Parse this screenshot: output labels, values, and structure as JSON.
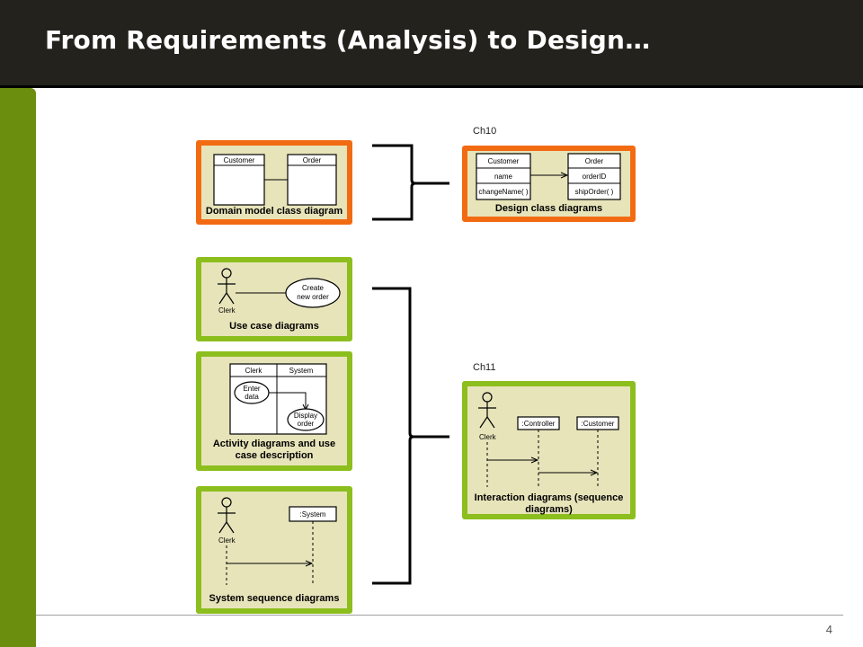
{
  "slide": {
    "title": "From Requirements (Analysis) to Design…",
    "page_number": "4",
    "chapter_labels": {
      "top": "Ch10",
      "bottom": "Ch11"
    }
  },
  "cards": {
    "domain": {
      "caption": "Domain model class diagram",
      "class_a": "Customer",
      "class_b": "Order"
    },
    "design": {
      "caption": "Design class diagrams",
      "class_a": "Customer",
      "attr_a": "name",
      "op_a": "changeName( )",
      "class_b": "Order",
      "attr_b": "orderID",
      "op_b": "shipOrder( )"
    },
    "usecase": {
      "caption": "Use case diagrams",
      "actor": "Clerk",
      "usecase_line1": "Create",
      "usecase_line2": "new order"
    },
    "activity": {
      "caption_line1": "Activity diagrams and use",
      "caption_line2": "case description",
      "lane_a": "Clerk",
      "lane_b": "System",
      "node_a_line1": "Enter",
      "node_a_line2": "data",
      "node_b_line1": "Display",
      "node_b_line2": "order"
    },
    "ssd": {
      "caption": "System sequence diagrams",
      "actor": "Clerk",
      "object": ":System"
    },
    "interaction": {
      "caption_line1": "Interaction diagrams (sequence",
      "caption_line2": "diagrams)",
      "actor": "Clerk",
      "object_a": ":Controller",
      "object_b": ":Customer"
    }
  },
  "colors": {
    "title_bar": "#23221c",
    "sidebar": "#6b8e0e",
    "design_border": "#f26b12",
    "analysis_border": "#8cbe1e",
    "card_fill": "#e7e4ba"
  }
}
